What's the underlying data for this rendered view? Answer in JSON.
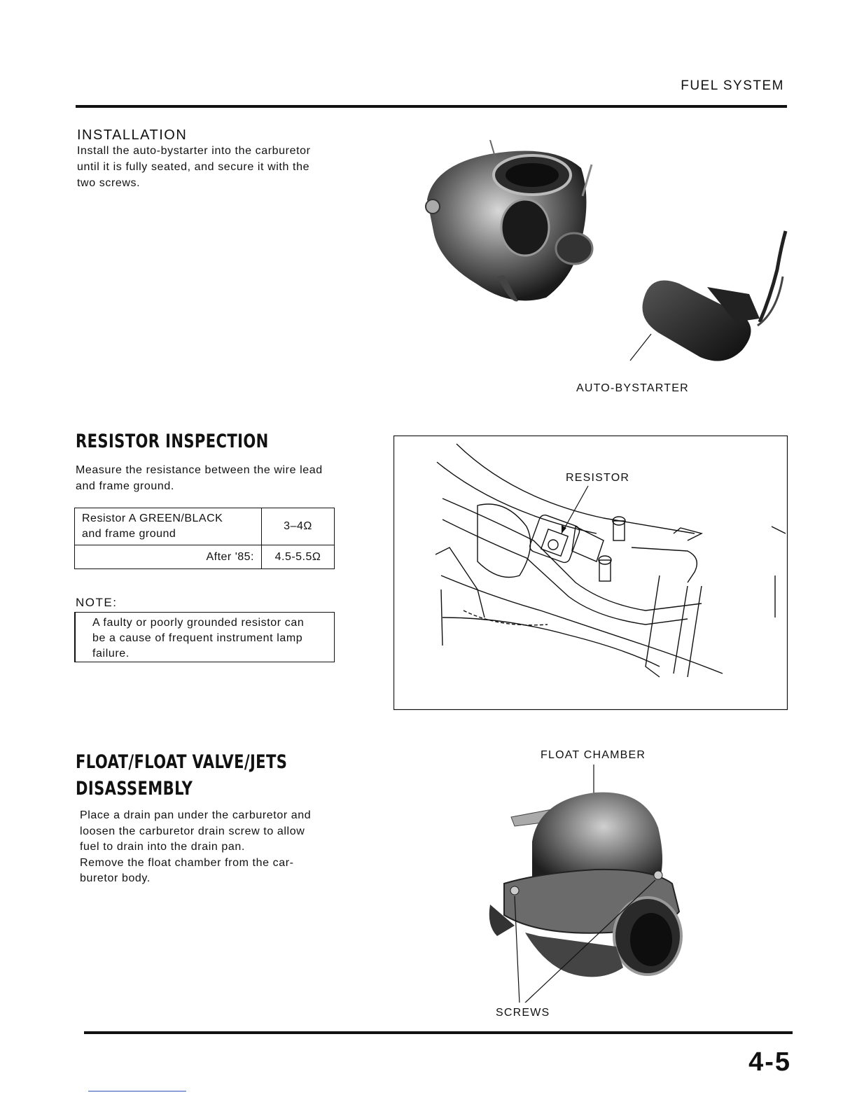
{
  "header": {
    "section": "FUEL SYSTEM"
  },
  "installation": {
    "heading": "INSTALLATION",
    "lines": [
      "Install the auto-bystarter into the carburetor",
      "until it is fully seated, and secure it with the",
      "two screws."
    ],
    "figure_label": "AUTO-BYSTARTER"
  },
  "resistor": {
    "title": "RESISTOR INSPECTION",
    "lines": [
      "Measure the resistance between the wire lead",
      "and frame ground."
    ],
    "table": {
      "row1_label_1": "Resistor A GREEN/BLACK",
      "row1_label_2": "and frame ground",
      "row1_value": "3–4Ω",
      "row2_label": "After '85:",
      "row2_value": "4.5-5.5Ω"
    },
    "note_heading": "NOTE:",
    "note_lines": [
      "A faulty or poorly grounded resistor can",
      "be a cause of frequent instrument lamp",
      "failure."
    ],
    "figure_label": "RESISTOR"
  },
  "float": {
    "title_1": "FLOAT/FLOAT VALVE/JETS",
    "title_2": "DISASSEMBLY",
    "lines": [
      "Place a drain pan under the carburetor and",
      "loosen the carburetor drain screw to allow",
      "fuel to drain into the drain pan.",
      "Remove the float chamber from the car-",
      "buretor body."
    ],
    "figure_label_top": "FLOAT CHAMBER",
    "figure_label_bottom": "SCREWS"
  },
  "footer": {
    "page_number": "4-5"
  }
}
